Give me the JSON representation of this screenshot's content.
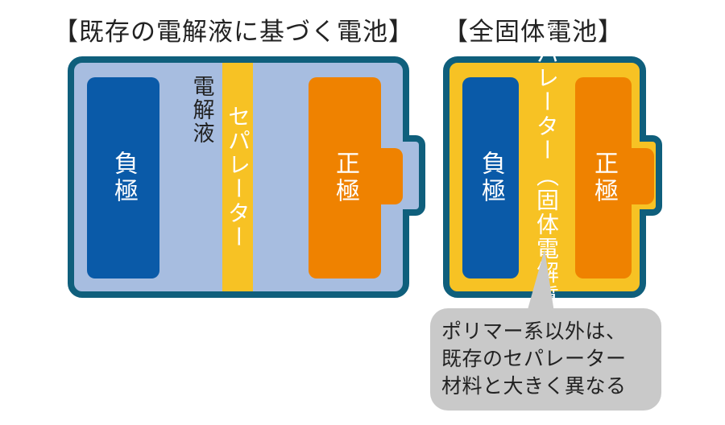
{
  "left_diagram": {
    "title": "【既存の電解液に基づく電池】",
    "negative_label": "負極",
    "positive_label": "正極",
    "separator_label": "セパレーター",
    "electrolyte_label": "電解液"
  },
  "right_diagram": {
    "title": "【全固体電池】",
    "negative_label": "負極",
    "positive_label": "正極",
    "separator_label": "セパレーター",
    "separator_sublabel": "（固体電解質）",
    "callout_lines": [
      "ポリマー系以外は、",
      "既存のセパレーター",
      "材料と大きく異なる"
    ]
  },
  "colors": {
    "outline": "#0f5f7c",
    "electrolyte_fill": "#a7bde0",
    "solid_fill": "#f7c224",
    "negative": "#0a5aa8",
    "positive": "#ef8200",
    "separator": "#f7c224",
    "callout": "#c9c9c9"
  }
}
